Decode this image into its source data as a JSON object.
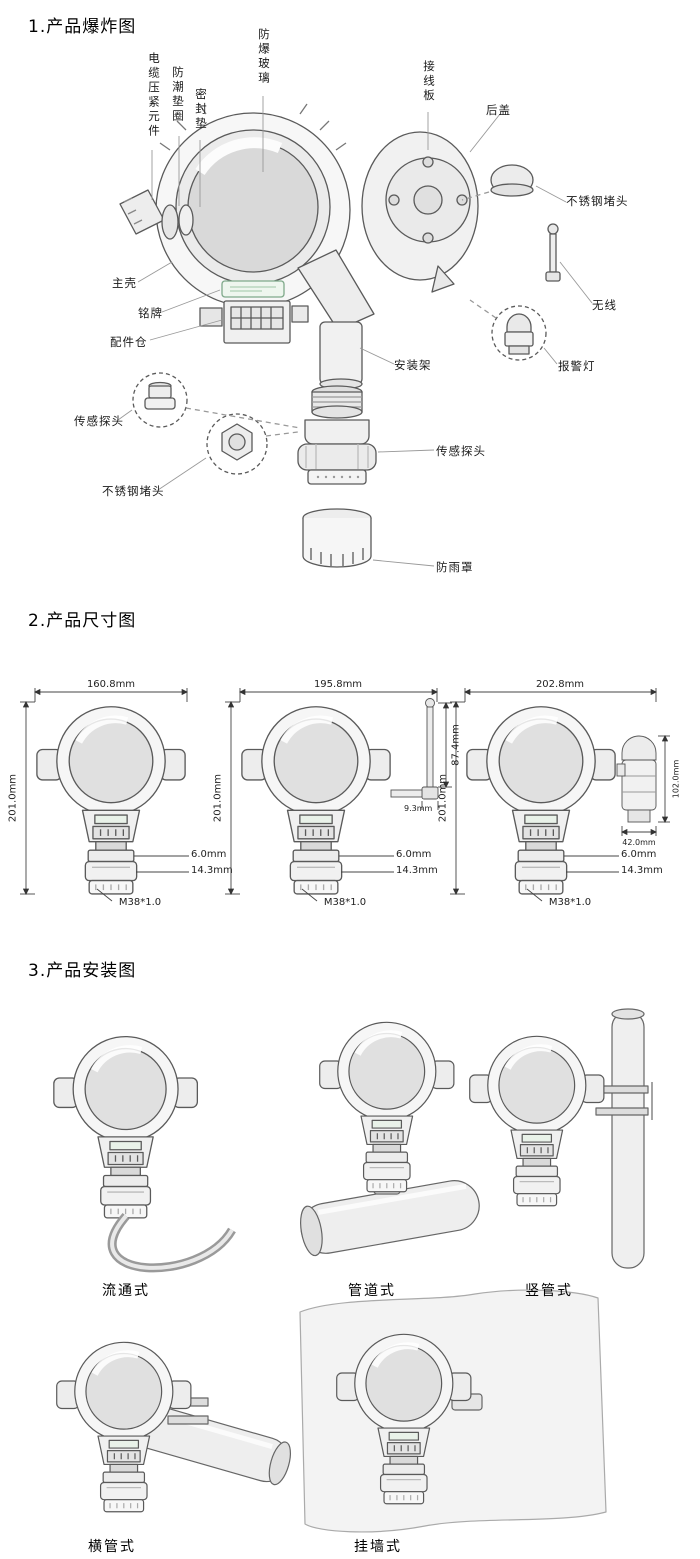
{
  "exploded": {
    "title": "1.产品爆炸图",
    "labels": {
      "cable_gland": "电缆压紧元件",
      "moisture_washer": "防潮垫圈",
      "seal_gasket": "密封垫",
      "explosion_proof_glass": "防爆玻璃",
      "terminal_board": "接线板",
      "back_cover": "后盖",
      "stainless_plug_right": "不锈钢堵头",
      "wireless": "无线",
      "alarm_light": "报警灯",
      "main_shell": "主壳",
      "nameplate": "铭牌",
      "accessory_bay": "配件仓",
      "mounting_bracket": "安装架",
      "sensor_probe_left": "传感探头",
      "stainless_plug_left": "不锈钢堵头",
      "sensor_probe_right": "传感探头",
      "rain_cover": "防雨罩"
    }
  },
  "dimensions": {
    "title": "2.产品尺寸图",
    "variants": [
      {
        "width": "160.8mm",
        "height": "201.0mm",
        "ring_offset": "6.0mm",
        "ring_height": "14.3mm",
        "thread": "M38*1.0"
      },
      {
        "width": "195.8mm",
        "height": "201.0mm",
        "antenna_height": "87.4mm",
        "antenna_base": "9.3mm",
        "ring_offset": "6.0mm",
        "ring_height": "14.3mm",
        "thread": "M38*1.0"
      },
      {
        "width": "202.8mm",
        "height": "201.0mm",
        "side_height": "102.0mm",
        "side_offset": "42.0mm",
        "ring_offset": "6.0mm",
        "ring_height": "14.3mm",
        "thread": "M38*1.0"
      }
    ]
  },
  "installation": {
    "title": "3.产品安装图",
    "types": [
      "流通式",
      "管道式",
      "竖管式",
      "横管式",
      "挂墙式"
    ]
  },
  "colors": {
    "line": "#5a5a5a",
    "leader": "#999999",
    "fill_light": "#f3f3f3",
    "nameplate_green": "#eef6ee"
  }
}
